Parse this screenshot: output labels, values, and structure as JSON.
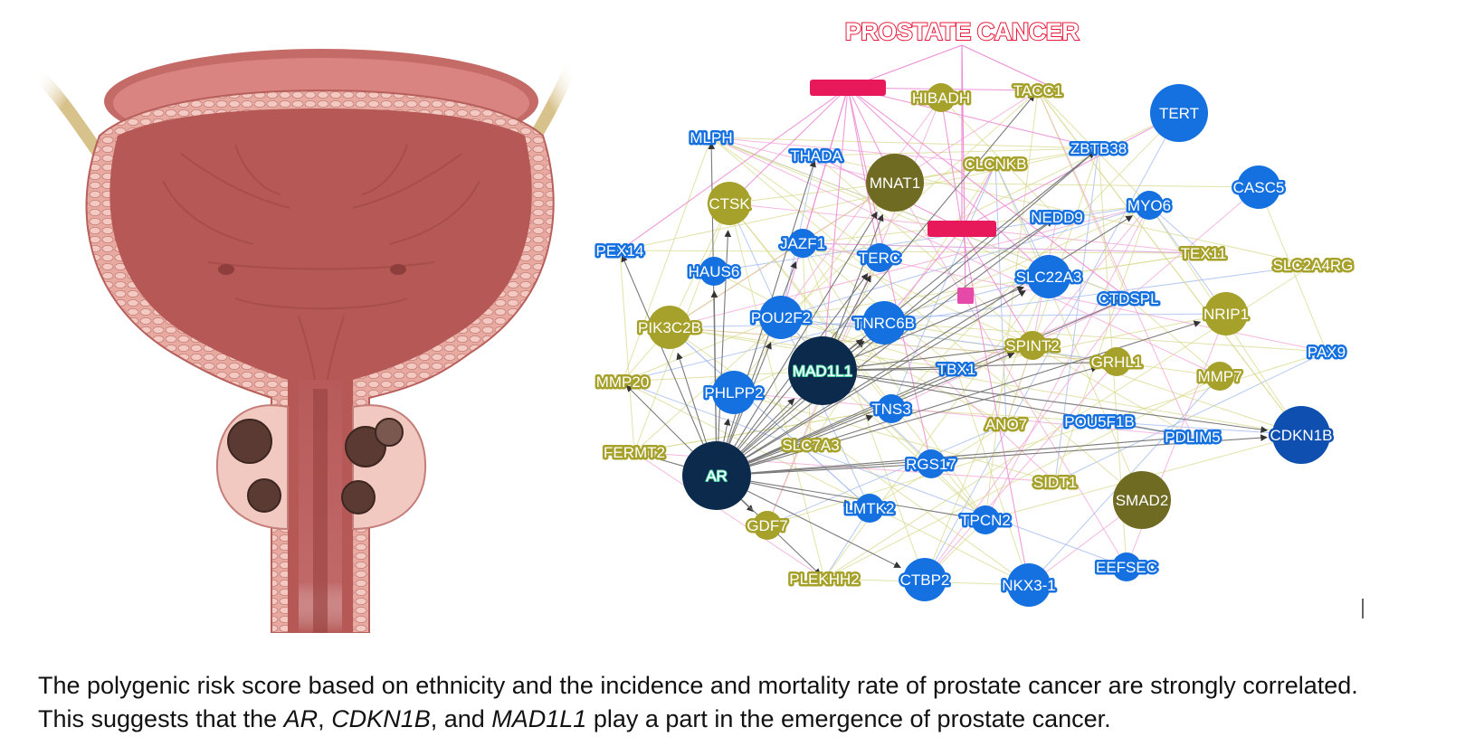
{
  "title": "PROSTATE CANCER",
  "colors": {
    "blue": "#1570e0",
    "olive": "#a6a12a",
    "darkNavy": "#0c2a4b",
    "darkOlive": "#706b22",
    "magenta": "#e8195a",
    "pink": "#f2a0d4",
    "yellowGreen": "#d8d88c",
    "gray": "#7a7a7a",
    "blueEdge": "#9db7ef"
  },
  "nodes": [
    {
      "id": "PEX14",
      "type": "blue",
      "size": "label"
    },
    {
      "id": "MLPH",
      "type": "blue",
      "size": "label"
    },
    {
      "id": "THADA",
      "type": "blue",
      "size": "label"
    },
    {
      "id": "CTSK",
      "type": "olive",
      "size": "medium"
    },
    {
      "id": "MNAT1",
      "type": "olive-dark",
      "size": "large"
    },
    {
      "id": "HIBADH",
      "type": "olive",
      "size": "small"
    },
    {
      "id": "TACC1",
      "type": "olive",
      "size": "label"
    },
    {
      "id": "CLCNKB",
      "type": "olive",
      "size": "label"
    },
    {
      "id": "ZBTB38",
      "type": "blue",
      "size": "label"
    },
    {
      "id": "TERT",
      "type": "blue",
      "size": "large"
    },
    {
      "id": "CASC5",
      "type": "blue",
      "size": "medium"
    },
    {
      "id": "MYO6",
      "type": "blue",
      "size": "small"
    },
    {
      "id": "NEDD9",
      "type": "blue",
      "size": "label"
    },
    {
      "id": "JAZF1",
      "type": "blue",
      "size": "small"
    },
    {
      "id": "HAUS6",
      "type": "blue",
      "size": "small"
    },
    {
      "id": "TERC",
      "type": "blue",
      "size": "small"
    },
    {
      "id": "SLC22A3",
      "type": "blue",
      "size": "medium"
    },
    {
      "id": "TEX11",
      "type": "olive",
      "size": "label"
    },
    {
      "id": "SLC2A4RG",
      "type": "olive",
      "size": "label"
    },
    {
      "id": "CTDSPL",
      "type": "blue",
      "size": "label"
    },
    {
      "id": "POU2F2",
      "type": "blue",
      "size": "medium"
    },
    {
      "id": "TNRC6B",
      "type": "blue",
      "size": "medium"
    },
    {
      "id": "PIK3C2B",
      "type": "olive",
      "size": "medium"
    },
    {
      "id": "NRIP1",
      "type": "olive",
      "size": "medium"
    },
    {
      "id": "SPINT2",
      "type": "olive",
      "size": "small"
    },
    {
      "id": "GRHL1",
      "type": "olive",
      "size": "small"
    },
    {
      "id": "PAX9",
      "type": "blue",
      "size": "label"
    },
    {
      "id": "MMP20",
      "type": "olive",
      "size": "label"
    },
    {
      "id": "MAD1L1",
      "type": "navy",
      "size": "xlarge"
    },
    {
      "id": "TBX1",
      "type": "blue",
      "size": "label"
    },
    {
      "id": "MMP7",
      "type": "olive",
      "size": "small"
    },
    {
      "id": "PHLPP2",
      "type": "blue",
      "size": "medium"
    },
    {
      "id": "TNS3",
      "type": "blue",
      "size": "small"
    },
    {
      "id": "ANO7",
      "type": "olive",
      "size": "label"
    },
    {
      "id": "POU5F1B",
      "type": "blue",
      "size": "label"
    },
    {
      "id": "PDLIM5",
      "type": "blue",
      "size": "label"
    },
    {
      "id": "CDKN1B",
      "type": "blue-dark",
      "size": "large"
    },
    {
      "id": "FERMT2",
      "type": "olive",
      "size": "label"
    },
    {
      "id": "SLC7A3",
      "type": "olive",
      "size": "label"
    },
    {
      "id": "AR",
      "type": "navy",
      "size": "xlarge"
    },
    {
      "id": "RGS17",
      "type": "blue",
      "size": "small"
    },
    {
      "id": "SIDT1",
      "type": "olive",
      "size": "label"
    },
    {
      "id": "SMAD2",
      "type": "olive-dark",
      "size": "large"
    },
    {
      "id": "LMTK2",
      "type": "blue",
      "size": "small"
    },
    {
      "id": "TPCN2",
      "type": "blue",
      "size": "small"
    },
    {
      "id": "GDF7",
      "type": "olive",
      "size": "small"
    },
    {
      "id": "PLEKHH2",
      "type": "olive",
      "size": "label"
    },
    {
      "id": "CTBP2",
      "type": "blue",
      "size": "medium"
    },
    {
      "id": "NKX3-1",
      "type": "blue",
      "size": "medium"
    },
    {
      "id": "EEFSEC",
      "type": "blue",
      "size": "small"
    }
  ],
  "hub_edges": {
    "AR": [
      "PEX14",
      "MLPH",
      "THADA",
      "CTSK",
      "MNAT1",
      "TACC1",
      "ZBTB38",
      "JAZF1",
      "HAUS6",
      "TERC",
      "NEDD9",
      "SLC22A3",
      "CTDSPL",
      "POU2F2",
      "TNRC6B",
      "PIK3C2B",
      "MMP20",
      "MAD1L1",
      "TBX1",
      "PHLPP2",
      "TNS3",
      "GRHL1",
      "NRIP1",
      "FERMT2",
      "SLC7A3",
      "RGS17",
      "LMTK2",
      "TPCN2",
      "GDF7",
      "PLEKHH2",
      "CTBP2",
      "CDKN1B",
      "PDLIM5",
      "MYO6",
      "SPINT2"
    ],
    "MAD1L1": [
      "MNAT1",
      "NEDD9",
      "ZBTB38",
      "SLC22A3",
      "TERC",
      "TNRC6B",
      "GRHL1",
      "SPINT2",
      "CDKN1B",
      "PDLIM5",
      "TBX1"
    ]
  },
  "caption": {
    "line1": "The polygenic risk score based on ethnicity and the incidence and mortality rate of prostate cancer are strongly correlated.",
    "line2_pre": "This suggests that the ",
    "gene1": "AR",
    "sep1": ", ",
    "gene2": "CDKN1B",
    "sep2": ", and ",
    "gene3": "MAD1L1",
    "line2_post": " play a part in the emergence of prostate cancer."
  }
}
